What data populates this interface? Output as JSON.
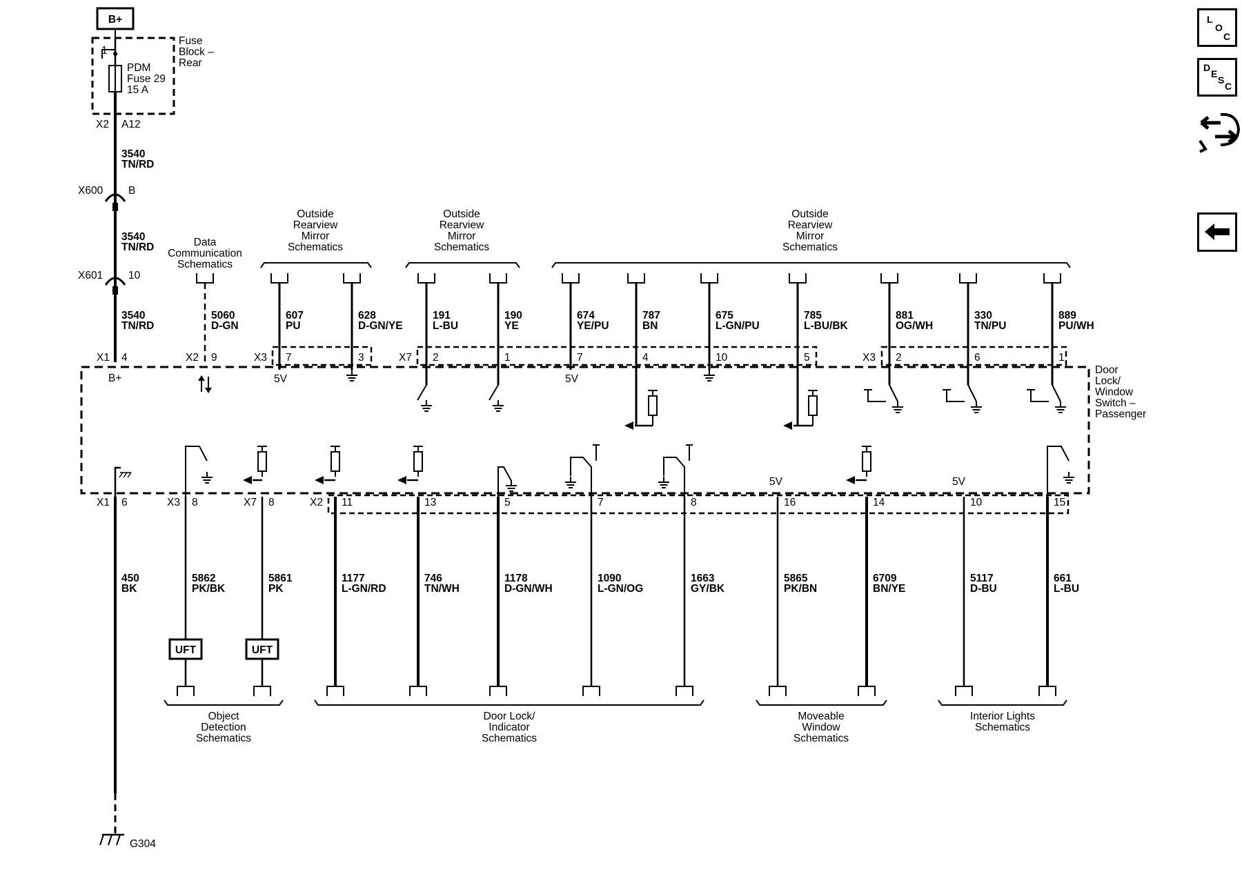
{
  "power": {
    "source": "B+",
    "fuse_block": [
      "Fuse",
      "Block –",
      "Rear"
    ],
    "pin1": "1",
    "fuse": [
      "PDM",
      "Fuse 29",
      "15 A"
    ],
    "x2": "X2",
    "a12": "A12"
  },
  "feed": {
    "seg1": [
      "3540",
      "TN/RD"
    ],
    "x600": "X600",
    "x600_pin": "B",
    "seg2": [
      "3540",
      "TN/RD"
    ],
    "x601": "X601",
    "x601_pin": "10",
    "seg3": [
      "3540",
      "TN/RD"
    ],
    "x1": "X1",
    "x1_pin": "4",
    "bplus": "B+"
  },
  "data_comm": {
    "label": [
      "Data",
      "Communication",
      "Schematics"
    ],
    "wire": [
      "5060",
      "D-GN"
    ],
    "conn": "X2",
    "pin": "9"
  },
  "mirror_groups": [
    {
      "label": [
        "Outside",
        "Rearview",
        "Mirror",
        "Schematics"
      ]
    },
    {
      "label": [
        "Outside",
        "Rearview",
        "Mirror",
        "Schematics"
      ]
    },
    {
      "label": [
        "Outside",
        "Rearview",
        "Mirror",
        "Schematics"
      ]
    }
  ],
  "top_wires": [
    {
      "num": "607",
      "color": "PU"
    },
    {
      "num": "628",
      "color": "D-GN/YE"
    },
    {
      "num": "191",
      "color": "L-BU"
    },
    {
      "num": "190",
      "color": "YE"
    },
    {
      "num": "674",
      "color": "YE/PU"
    },
    {
      "num": "787",
      "color": "BN"
    },
    {
      "num": "675",
      "color": "L-GN/PU"
    },
    {
      "num": "785",
      "color": "L-BU/BK"
    },
    {
      "num": "881",
      "color": "OG/WH"
    },
    {
      "num": "330",
      "color": "TN/PU"
    },
    {
      "num": "889",
      "color": "PU/WH"
    }
  ],
  "top_pins": [
    "7",
    "3",
    "2",
    "1",
    "7",
    "4",
    "10",
    "5",
    "2",
    "6",
    "1"
  ],
  "top_connectors": [
    "X3",
    "X7",
    "X3"
  ],
  "v5": "5V",
  "module_label": [
    "Door",
    "Lock/",
    "Window",
    "Switch –",
    "Passenger"
  ],
  "bottom_connectors": [
    "X1",
    "X3",
    "X7",
    "X2"
  ],
  "bottom_pins": [
    "6",
    "8",
    "8",
    "11",
    "13",
    "5",
    "7",
    "8",
    "16",
    "14",
    "10",
    "15"
  ],
  "bottom_wires": [
    {
      "num": "450",
      "color": "BK"
    },
    {
      "num": "5862",
      "color": "PK/BK"
    },
    {
      "num": "5861",
      "color": "PK"
    },
    {
      "num": "1177",
      "color": "L-GN/RD"
    },
    {
      "num": "746",
      "color": "TN/WH"
    },
    {
      "num": "1178",
      "color": "D-GN/WH"
    },
    {
      "num": "1090",
      "color": "L-GN/OG"
    },
    {
      "num": "1663",
      "color": "GY/BK"
    },
    {
      "num": "5865",
      "color": "PK/BN"
    },
    {
      "num": "6709",
      "color": "BN/YE"
    },
    {
      "num": "5117",
      "color": "D-BU"
    },
    {
      "num": "661",
      "color": "L-BU"
    }
  ],
  "uft": "UFT",
  "bottom_groups": [
    {
      "label": [
        "Object",
        "Detection",
        "Schematics"
      ]
    },
    {
      "label": [
        "Door Lock/",
        "Indicator",
        "Schematics"
      ]
    },
    {
      "label": [
        "Moveable",
        "Window",
        "Schematics"
      ]
    },
    {
      "label": [
        "Interior Lights",
        "Schematics"
      ]
    }
  ],
  "ground": "G304",
  "nav": {
    "loc": [
      "L",
      "O",
      "C"
    ],
    "desc": [
      "D",
      "E",
      "S",
      "C"
    ],
    "connector_icon": "connector-end-view-icon",
    "back_icon": "back-arrow-icon"
  }
}
